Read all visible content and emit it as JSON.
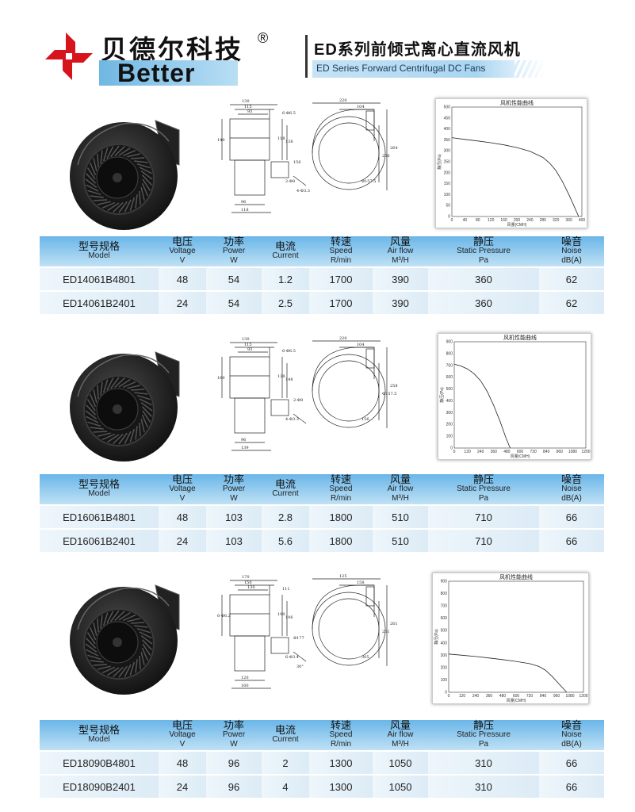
{
  "brand": {
    "cn": "贝德尔科技",
    "reg": "®",
    "en": "Better"
  },
  "title": {
    "cn": "ED系列前倾式离心直流风机",
    "en": "ED Series Forward Centrifugal DC Fans"
  },
  "headers": [
    {
      "cn": "型号规格",
      "en": "Model"
    },
    {
      "cn": "电压",
      "en": "Voltage",
      "unit": "V"
    },
    {
      "cn": "功率",
      "en": "Power",
      "unit": "W"
    },
    {
      "cn": "电流",
      "en": "Current",
      "unit": ""
    },
    {
      "cn": "转速",
      "en": "Speed",
      "unit": "R/min"
    },
    {
      "cn": "风量",
      "en": "Air flow",
      "unit": "M³/H"
    },
    {
      "cn": "静压",
      "en": "Static Pressure",
      "unit": "Pa"
    },
    {
      "cn": "噪音",
      "en": "Noise",
      "unit": "dB(A)"
    }
  ],
  "sections": [
    {
      "rows": [
        [
          "ED14061B4801",
          "48",
          "54",
          "1.2",
          "1700",
          "390",
          "360",
          "62"
        ],
        [
          "ED14061B2401",
          "24",
          "54",
          "2.5",
          "1700",
          "390",
          "360",
          "62"
        ]
      ],
      "drawing_dims": [
        "130",
        "115",
        "93",
        "6-Φ6.5",
        "140",
        "118",
        "138",
        "96",
        "118",
        "220",
        "104",
        "264",
        "256",
        "Φ157.5",
        "156",
        "2-Φ8",
        "4-Φ3.3"
      ]
    },
    {
      "rows": [
        [
          "ED16061B4801",
          "48",
          "103",
          "2.8",
          "1800",
          "510",
          "710",
          "66"
        ],
        [
          "ED16061B2401",
          "24",
          "103",
          "5.6",
          "1800",
          "510",
          "710",
          "66"
        ]
      ],
      "drawing_dims": [
        "130",
        "115",
        "93",
        "6-Φ6.5",
        "160",
        "138",
        "148",
        "96",
        "139",
        "220",
        "104",
        "258",
        "Φ157.5",
        "156",
        "2-Φ8",
        "4-Φ3.3"
      ]
    },
    {
      "rows": [
        [
          "ED18090B4801",
          "48",
          "96",
          "2",
          "1300",
          "1050",
          "310",
          "66"
        ],
        [
          "ED18090B2401",
          "24",
          "96",
          "4",
          "1300",
          "1050",
          "310",
          "66"
        ]
      ],
      "drawing_dims": [
        "170",
        "150",
        "130",
        "111",
        "6-Φ6.2",
        "190",
        "106",
        "120",
        "160",
        "125",
        "158",
        "261",
        "261",
        "305",
        "Φ177",
        "6-Φ3.4",
        "30°"
      ]
    }
  ],
  "chart_data": [
    {
      "type": "line",
      "title": "风机性能曲线",
      "xlabel": "风量(CMH)",
      "ylabel": "静压(Pa)",
      "xlim": [
        0,
        400
      ],
      "ylim": [
        0,
        500
      ],
      "xticks": [
        0,
        40,
        80,
        120,
        160,
        200,
        240,
        280,
        320,
        360,
        400
      ],
      "yticks": [
        0,
        50,
        100,
        150,
        200,
        250,
        300,
        350,
        400,
        450,
        500
      ],
      "x": [
        0,
        40,
        80,
        120,
        160,
        200,
        240,
        280,
        300,
        320,
        340,
        360,
        375,
        390
      ],
      "y": [
        360,
        352,
        345,
        337,
        327,
        315,
        298,
        270,
        245,
        210,
        160,
        100,
        50,
        0
      ]
    },
    {
      "type": "line",
      "title": "风机性能曲线",
      "xlabel": "风量(CMH)",
      "ylabel": "静压(Pa)",
      "xlim": [
        0,
        1200
      ],
      "ylim": [
        0,
        900
      ],
      "xticks": [
        0,
        120,
        240,
        360,
        480,
        600,
        720,
        840,
        960,
        1080,
        1200
      ],
      "yticks": [
        0,
        100,
        200,
        300,
        400,
        500,
        600,
        700,
        800,
        900
      ],
      "x": [
        0,
        60,
        120,
        180,
        240,
        300,
        360,
        420,
        470,
        510
      ],
      "y": [
        710,
        695,
        670,
        630,
        570,
        480,
        360,
        220,
        90,
        0
      ]
    },
    {
      "type": "line",
      "title": "风机性能曲线",
      "xlabel": "风量(CMH)",
      "ylabel": "静压(Pa)",
      "xlim": [
        0,
        1200
      ],
      "ylim": [
        0,
        900
      ],
      "xticks": [
        0,
        120,
        240,
        360,
        480,
        600,
        720,
        840,
        960,
        1080,
        1200
      ],
      "yticks": [
        0,
        100,
        200,
        300,
        400,
        500,
        600,
        700,
        800,
        900
      ],
      "x": [
        0,
        120,
        240,
        360,
        480,
        600,
        720,
        800,
        860,
        920,
        980,
        1050
      ],
      "y": [
        310,
        300,
        290,
        278,
        265,
        250,
        232,
        210,
        180,
        130,
        70,
        0
      ]
    }
  ]
}
